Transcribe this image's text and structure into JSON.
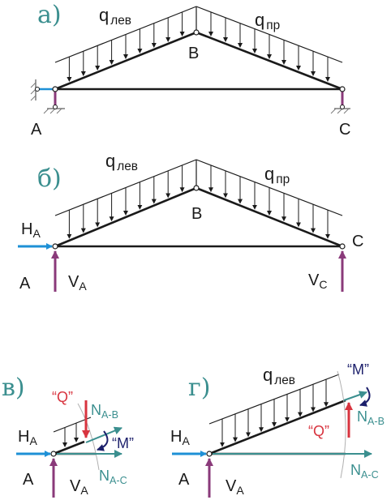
{
  "panels": [
    "а)",
    "б)",
    "в)",
    "г)"
  ],
  "points": {
    "a": "A",
    "b": "B",
    "c": "C"
  },
  "loads": {
    "q_left": "q",
    "q_left_sub": "лев",
    "q_right": "q",
    "q_right_sub": "пр"
  },
  "forces": {
    "h": "H",
    "h_sub": "A",
    "va": "V",
    "va_sub": "A",
    "vc": "V",
    "vc_sub": "C",
    "q_force": "“Q”",
    "moment": "“M”",
    "nab": "N",
    "nab_sub": "A-B",
    "nac": "N",
    "nac_sub": "A-C"
  },
  "colors": {
    "line": "#1a1a1a",
    "teal": "#3b8f8f",
    "blue": "#1e90d6",
    "purple": "#8a3a7a",
    "red": "#d8343f",
    "navy": "#1c1f6b",
    "support": "#7a7a7a"
  }
}
